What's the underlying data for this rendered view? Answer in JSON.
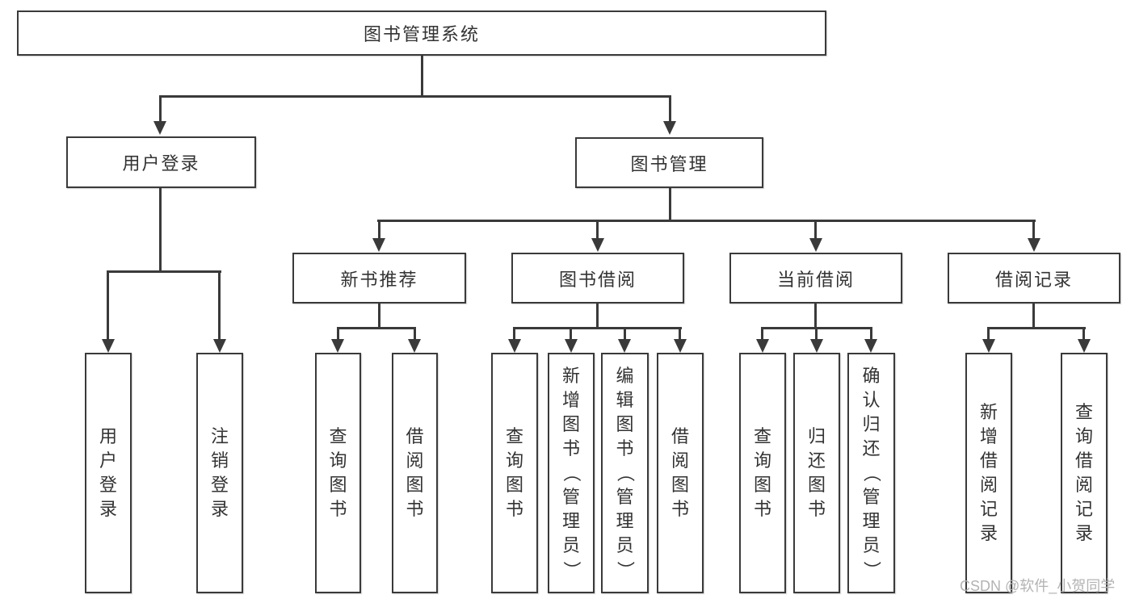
{
  "tree": {
    "root": "图书管理系统",
    "level2": [
      {
        "label": "用户登录",
        "leaves": [
          "用户登录",
          "注销登录"
        ]
      },
      {
        "label": "图书管理",
        "groups": [
          {
            "label": "新书推荐",
            "leaves": [
              "查询图书",
              "借阅图书"
            ]
          },
          {
            "label": "图书借阅",
            "leaves": [
              "查询图书",
              "新增图书（管理员）",
              "编辑图书（管理员）",
              "借阅图书"
            ]
          },
          {
            "label": "当前借阅",
            "leaves": [
              "查询图书",
              "归还图书",
              "确认归还（管理员）"
            ]
          },
          {
            "label": "借阅记录",
            "leaves": [
              "新增借阅记录",
              "查询借阅记录"
            ]
          }
        ]
      }
    ]
  },
  "watermark": "CSDN @软件_小贺同学",
  "colors": {
    "line": "#3a3a3a",
    "text": "#333333",
    "watermark": "#b3b3b3",
    "background": "#ffffff"
  }
}
